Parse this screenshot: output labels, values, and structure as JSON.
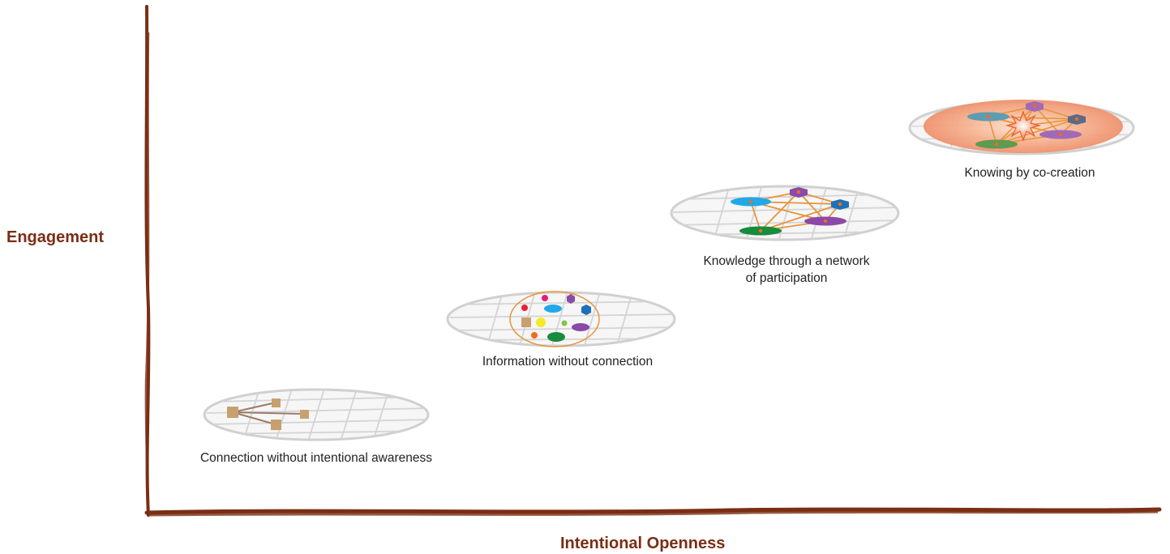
{
  "axes": {
    "y_label": "Engagement",
    "x_label": "Intentional Openness",
    "color": "#7a2e14"
  },
  "stages": [
    {
      "label_lines": [
        "Connection without intentional awareness"
      ]
    },
    {
      "label_lines": [
        "Information without connection"
      ]
    },
    {
      "label_lines": [
        "Knowledge through a network",
        "of participation"
      ]
    },
    {
      "label_lines": [
        "Knowing by co-creation"
      ]
    }
  ]
}
